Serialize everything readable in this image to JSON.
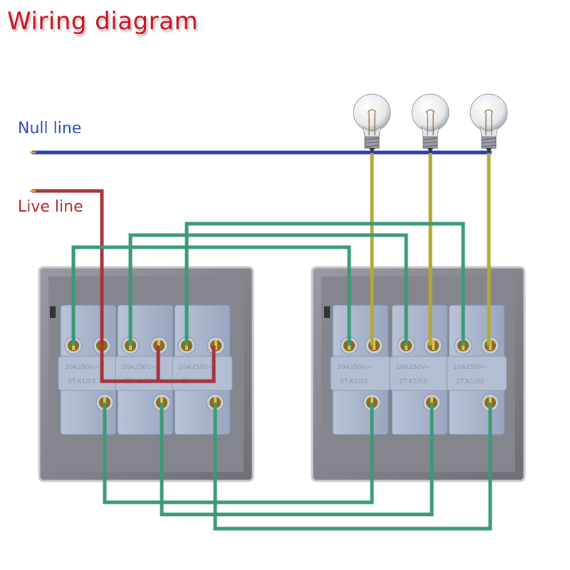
{
  "title": "Wiring diagram",
  "labels": {
    "null_line": "Null line",
    "live_line": "Live line"
  },
  "module_markings": {
    "rating": "10A250V~",
    "model": "ZT.K1/02"
  },
  "colors": {
    "title": "#c8161d",
    "null_wire": "#2d3fa8",
    "live_wire": "#a8323a",
    "lamp_wire": "#b5a836",
    "switch_wire": "#3a9a78",
    "plate": "#7d7d85",
    "module": "#a9b6cf"
  },
  "components": {
    "left_switch_gangs": 3,
    "right_switch_gangs": 3,
    "bulbs": 3
  }
}
